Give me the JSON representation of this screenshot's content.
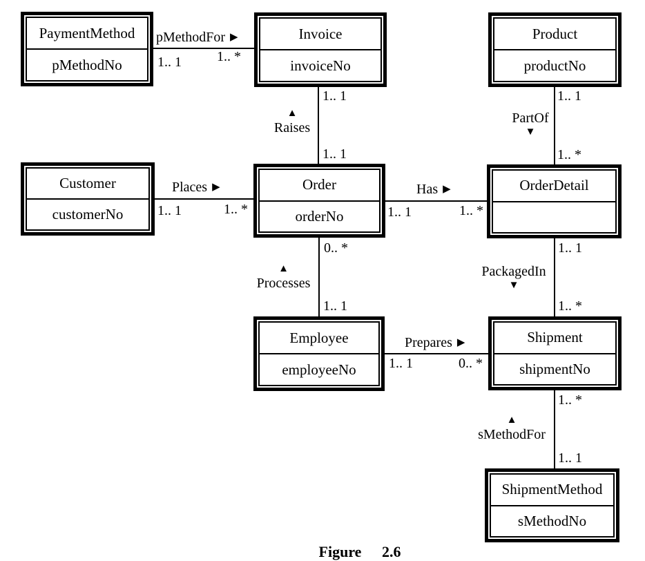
{
  "diagram": {
    "type": "entity-relationship-diagram",
    "caption": "Figure 2.6",
    "colors": {
      "background": "#ffffff",
      "foreground": "#000000"
    },
    "arrows": {
      "right": "▶",
      "up": "▲",
      "down": "▼"
    },
    "entities": [
      {
        "id": "payment-method",
        "name": "PaymentMethod",
        "attribute": "pMethodNo"
      },
      {
        "id": "invoice",
        "name": "Invoice",
        "attribute": "invoiceNo"
      },
      {
        "id": "product",
        "name": "Product",
        "attribute": "productNo"
      },
      {
        "id": "customer",
        "name": "Customer",
        "attribute": "customerNo"
      },
      {
        "id": "order",
        "name": "Order",
        "attribute": "orderNo"
      },
      {
        "id": "order-detail",
        "name": "OrderDetail",
        "attribute": ""
      },
      {
        "id": "employee",
        "name": "Employee",
        "attribute": "employeeNo"
      },
      {
        "id": "shipment",
        "name": "Shipment",
        "attribute": "shipmentNo"
      },
      {
        "id": "shipment-method",
        "name": "ShipmentMethod",
        "attribute": "sMethodNo"
      }
    ],
    "relationships": [
      {
        "name": "pMethodFor",
        "direction": "right",
        "from": "PaymentMethod",
        "to": "Invoice",
        "from_mult": "1.. 1",
        "to_mult": "1.. *"
      },
      {
        "name": "Raises",
        "direction": "up",
        "from": "Order",
        "to": "Invoice",
        "from_mult": "1.. 1",
        "to_mult": "1.. 1"
      },
      {
        "name": "PartOf",
        "direction": "down",
        "from": "Product",
        "to": "OrderDetail",
        "from_mult": "1.. 1",
        "to_mult": "1.. *"
      },
      {
        "name": "Places",
        "direction": "right",
        "from": "Customer",
        "to": "Order",
        "from_mult": "1.. 1",
        "to_mult": "1.. *"
      },
      {
        "name": "Has",
        "direction": "right",
        "from": "Order",
        "to": "OrderDetail",
        "from_mult": "1.. 1",
        "to_mult": "1.. *"
      },
      {
        "name": "Processes",
        "direction": "up",
        "from": "Employee",
        "to": "Order",
        "from_mult": "1.. 1",
        "to_mult": "0.. *"
      },
      {
        "name": "PackagedIn",
        "direction": "down",
        "from": "OrderDetail",
        "to": "Shipment",
        "from_mult": "1.. 1",
        "to_mult": "1.. *"
      },
      {
        "name": "Prepares",
        "direction": "right",
        "from": "Employee",
        "to": "Shipment",
        "from_mult": "1.. 1",
        "to_mult": "0.. *"
      },
      {
        "name": "sMethodFor",
        "direction": "up",
        "from": "ShipmentMethod",
        "to": "Shipment",
        "from_mult": "1.. 1",
        "to_mult": "1.. *"
      }
    ]
  }
}
